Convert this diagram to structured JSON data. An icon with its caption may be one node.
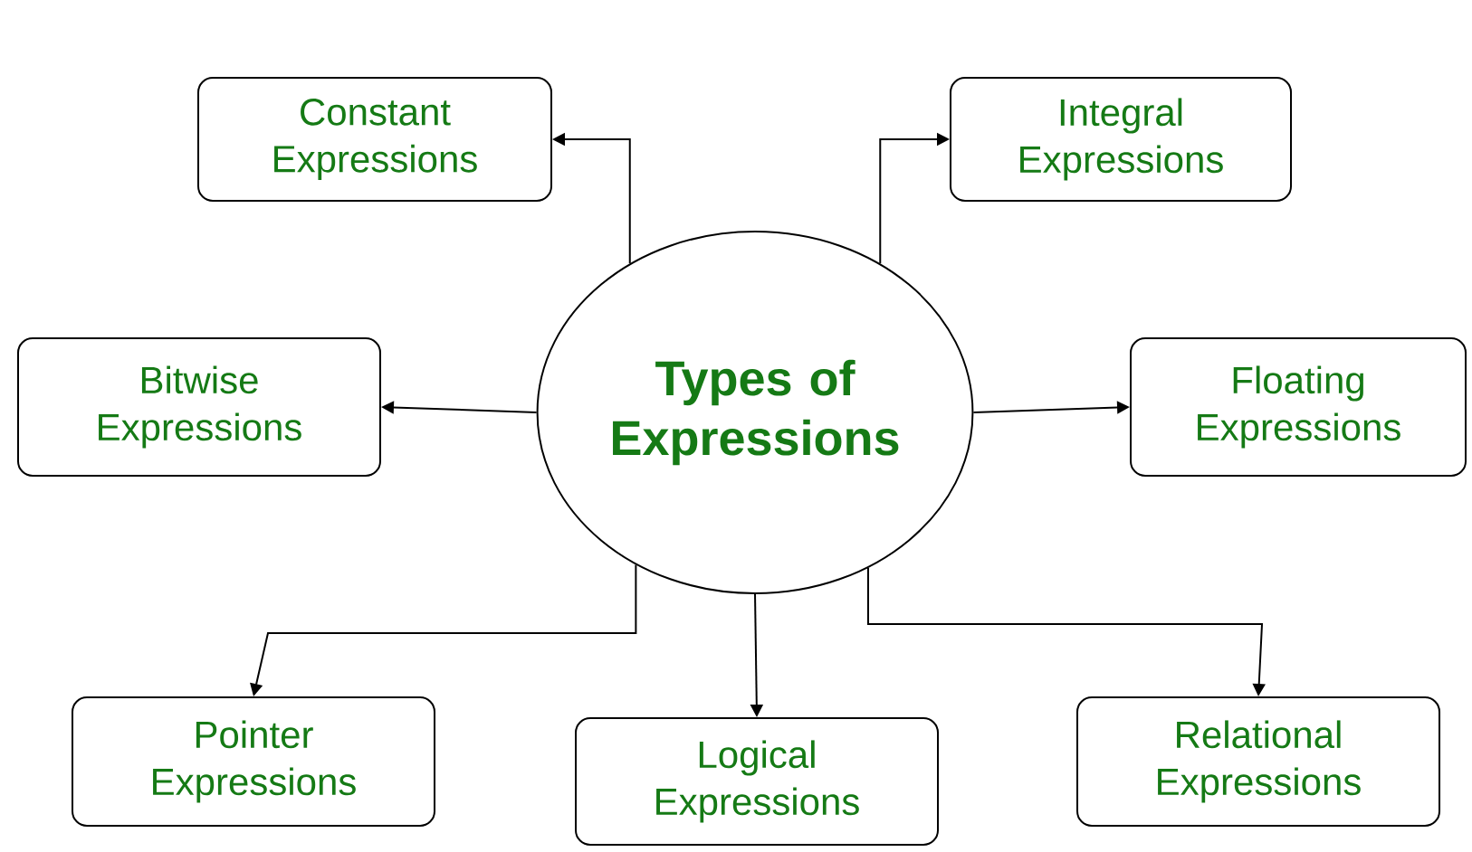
{
  "diagram": {
    "nodes": [
      {
        "text": [
          "Types of Expressions"
        ]
      },
      {
        "text": [
          "Constant Expressions"
        ]
      },
      {
        "text": [
          "Integral Expressions"
        ]
      },
      {
        "text": [
          "Bitwise Expressions"
        ]
      },
      {
        "text": [
          "Floating Expressions"
        ]
      },
      {
        "text": [
          "Pointer Expressions"
        ]
      },
      {
        "text": [
          "Logical Expressions"
        ]
      },
      {
        "text": [
          "Relational Expressions"
        ]
      }
    ],
    "edges": [
      {
        "from": 0,
        "to": 1,
        "arrow": "to"
      },
      {
        "from": 0,
        "to": 2,
        "arrow": "to"
      },
      {
        "from": 0,
        "to": 3,
        "arrow": "to"
      },
      {
        "from": 0,
        "to": 4,
        "arrow": "to"
      },
      {
        "from": 0,
        "to": 5,
        "arrow": "to"
      },
      {
        "from": 0,
        "to": 6,
        "arrow": "to"
      },
      {
        "from": 0,
        "to": 7,
        "arrow": "to"
      }
    ]
  }
}
